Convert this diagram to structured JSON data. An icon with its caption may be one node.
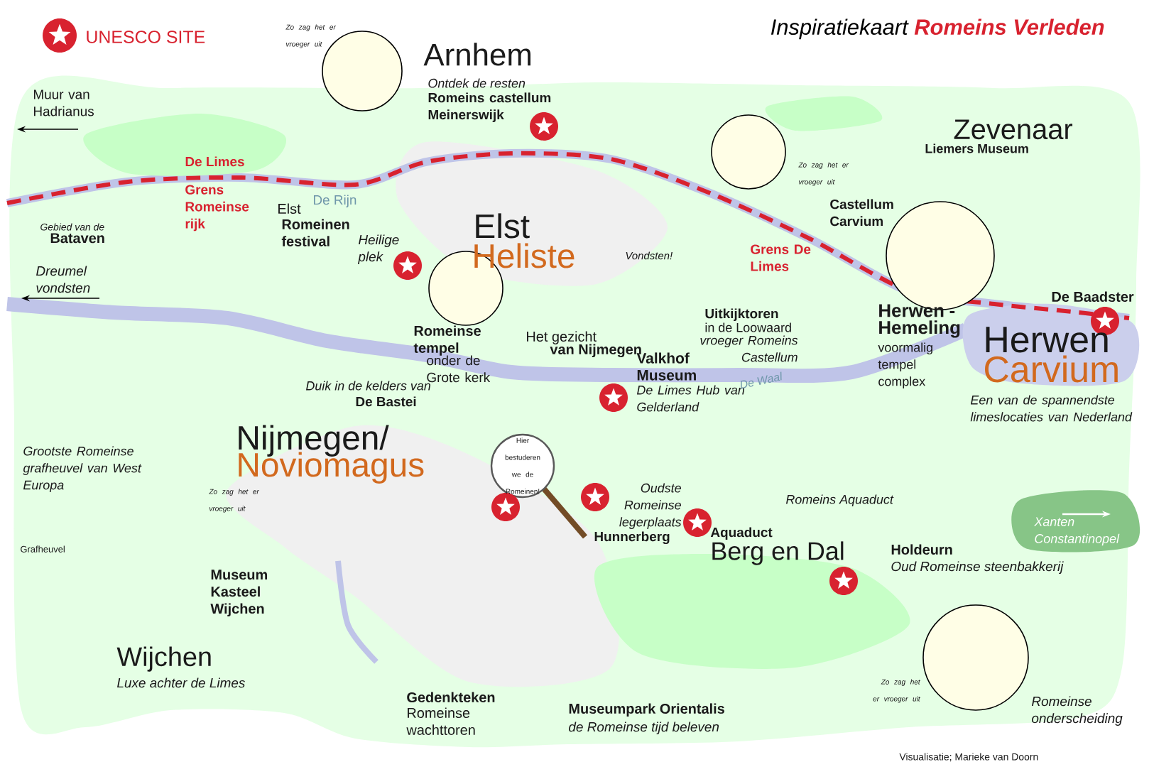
{
  "diagram": {
    "title": "Inspiratiekaart **Romeins Verleden**",
    "labels": [
      "Zo zag het er vroeger uit",
      "Muur van Hadrianus",
      "Arnhem",
      "Ontdek de resten",
      "Romeins castellum Meinerswijk",
      "De Limes",
      "Grens Romeinse rijk",
      "De Rijn",
      "Gebied van de",
      "Bataven",
      "Elst",
      "Romeinen festival",
      "Heilige plek",
      "Zo zag het er vroeger uit",
      "Elst",
      "Heliste",
      "Vondsten!",
      "Zevenaar",
      "Liemers Museum",
      "Castellum Carvium",
      "Grens De Limes",
      "Dreumel vondsten",
      "Romeinse tempel",
      "onder de Grote kerk",
      "Het gezicht",
      "van Nijmegen",
      "Uitkijktoren",
      "in de Loowaard",
      "vroeger Romeins Castellum",
      "Herwen -Hemeling",
      "voormalig tempel complex",
      "De Baadster",
      "Herwen",
      "Carvium",
      "Valkhof Museum",
      "De Limes Hub van Gelderland",
      "De Waal",
      "Duik in de kelders van",
      "De Bastei",
      "Een van de spannendste limeslocaties van Nederland",
      "Grootste Romeinse grafheuvel van West Europa",
      "Nijmegen/",
      "Noviomagus",
      "Zo zag het er vroeger uit",
      "Hier bestuderen we de Romeinen!",
      "Oudste Romeinse legerplaats",
      "Hunnerberg",
      "Romeins Aquaduct",
      "Aquaduct",
      "Berg en Dal",
      "Xanten Constantinopel",
      "Grafheuvel",
      "Museum Kasteel Wijchen",
      "Holdeurn",
      "Oud Romeinse steenbakkerij",
      "Wijchen",
      "Luxe achter de Limes",
      "Gedenkteken",
      "Romeinse wachttoren",
      "Museumpark Orientalis",
      "de Romeinse tijd beleven",
      "Zo zag het er vroeger uit",
      "Romeinse onderscheiding",
      "Visualisatie; Marieke van Doorn"
    ],
    "legend": [
      {
        "text": "UNESCO SITE"
      }
    ]
  }
}
